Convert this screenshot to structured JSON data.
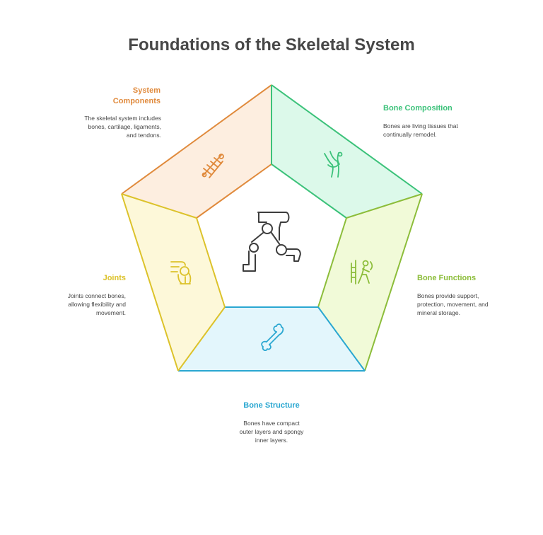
{
  "title": "Foundations of the Skeletal System",
  "sections": [
    {
      "id": "components",
      "label": "System\nComponents",
      "description": "The skeletal system includes bones, cartilage, ligaments, and tendons.",
      "color": "#e08a3c",
      "fill": "#fdeee0",
      "icon": "skeleton-spine-icon"
    },
    {
      "id": "composition",
      "label": "Bone Composition",
      "description": "Bones are living tissues that continually remodel.",
      "color": "#3cc27a",
      "fill": "#dcf9ea",
      "icon": "knee-joint-icon"
    },
    {
      "id": "functions",
      "label": "Bone Functions",
      "description": "Bones provide support, protection, movement, and mineral storage.",
      "color": "#8cbd3a",
      "fill": "#f1fad8",
      "icon": "skeleton-walking-icon"
    },
    {
      "id": "structure",
      "label": "Bone Structure",
      "description": "Bones have compact outer layers and spongy inner layers.",
      "color": "#2aa7d1",
      "fill": "#e3f6fc",
      "icon": "bone-icon"
    },
    {
      "id": "joints",
      "label": "Joints",
      "description": "Joints connect bones, allowing flexibility and movement.",
      "color": "#dcc22a",
      "fill": "#fdf8d9",
      "icon": "joint-icon"
    }
  ],
  "center_icon": "leg-skeleton-icon"
}
